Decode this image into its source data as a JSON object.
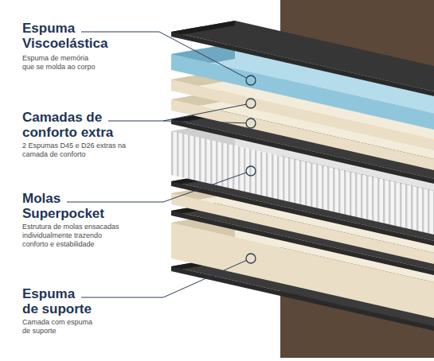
{
  "diagram": {
    "labels": [
      "Espuma Viscoelástica",
      "Espuma de memória que se molda ao corpo",
      "Camadas de conforto extra",
      "2 Espumas D45 e D26 extras na camada de conforto",
      "Molas Superpocket",
      "Estrutura de molas ensacadas individualmente trazendo conforto e estabilidade",
      "Espuma de suporte",
      "Camada com espuma de suporte"
    ]
  }
}
